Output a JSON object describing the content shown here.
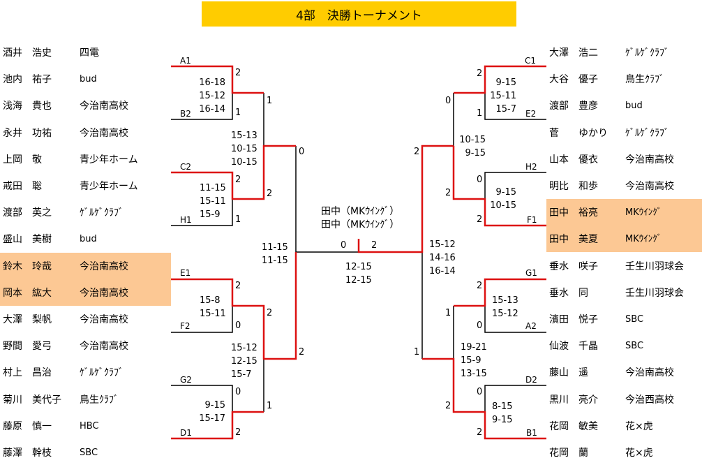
{
  "title": "4部　決勝トーナメント",
  "colors": {
    "title_bg": "#ffcc00",
    "highlight": "#fcc894",
    "winner_line": "#dd1111",
    "line": "#000000"
  },
  "left_players": [
    {
      "family": "酒井",
      "given": "浩史",
      "team": "四電"
    },
    {
      "family": "池内",
      "given": "祐子",
      "team": "bud"
    },
    {
      "family": "浅海",
      "given": "貴也",
      "team": "今治南高校"
    },
    {
      "family": "永井",
      "given": "功祐",
      "team": "今治南高校"
    },
    {
      "family": "上岡",
      "given": "敬",
      "team": "青少年ホーム"
    },
    {
      "family": "戒田",
      "given": "聡",
      "team": "青少年ホーム"
    },
    {
      "family": "渡部",
      "given": "英之",
      "team": "ｹﾞﾙｹﾞｸﾗﾌﾞ"
    },
    {
      "family": "盛山",
      "given": "美樹",
      "team": "bud"
    },
    {
      "family": "鈴木",
      "given": "玲哉",
      "team": "今治南高校"
    },
    {
      "family": "岡本",
      "given": "紘大",
      "team": "今治南高校"
    },
    {
      "family": "大澤",
      "given": "梨帆",
      "team": "今治南高校"
    },
    {
      "family": "野間",
      "given": "愛弓",
      "team": "今治南高校"
    },
    {
      "family": "村上",
      "given": "昌治",
      "team": "ｹﾞﾙｹﾞｸﾗﾌﾞ"
    },
    {
      "family": "菊川",
      "given": "美代子",
      "team": "鳥生ｸﾗﾌﾞ"
    },
    {
      "family": "藤原",
      "given": "慎一",
      "team": "HBC"
    },
    {
      "family": "藤澤",
      "given": "幹枝",
      "team": "SBC"
    }
  ],
  "right_players": [
    {
      "family": "大澤",
      "given": "浩二",
      "team": "ｹﾞﾙｹﾞｸﾗﾌﾞ"
    },
    {
      "family": "大谷",
      "given": "優子",
      "team": "鳥生ｸﾗﾌﾞ"
    },
    {
      "family": "渡部",
      "given": "豊彦",
      "team": "bud"
    },
    {
      "family": "菅",
      "given": "ゆかり",
      "team": "ｹﾞﾙｹﾞｸﾗﾌﾞ"
    },
    {
      "family": "山本",
      "given": "優衣",
      "team": "今治南高校"
    },
    {
      "family": "明比",
      "given": "和歩",
      "team": "今治南高校"
    },
    {
      "family": "田中",
      "given": "裕亮",
      "team": "MKｳｲﾝｸﾞ"
    },
    {
      "family": "田中",
      "given": "美夏",
      "team": "MKｳｲﾝｸﾞ"
    },
    {
      "family": "垂水",
      "given": "咲子",
      "team": "壬生川羽球会"
    },
    {
      "family": "垂水",
      "given": "同",
      "team": "壬生川羽球会"
    },
    {
      "family": "濱田",
      "given": "悦子",
      "team": "SBC"
    },
    {
      "family": "仙波",
      "given": "千晶",
      "team": "SBC"
    },
    {
      "family": "藤山",
      "given": "遥",
      "team": "今治南高校"
    },
    {
      "family": "黒川",
      "given": "亮介",
      "team": "今治西高校"
    },
    {
      "family": "花岡",
      "given": "敏美",
      "team": "花×虎"
    },
    {
      "family": "花岡",
      "given": "蘭",
      "team": "花×虎"
    }
  ],
  "left_seeds": [
    "A1",
    "B2",
    "C2",
    "H1",
    "E1",
    "F2",
    "G2",
    "D1"
  ],
  "right_seeds": [
    "C1",
    "E2",
    "H2",
    "F1",
    "G1",
    "A2",
    "D2",
    "B1"
  ],
  "left_r1": [
    {
      "wins": [
        "2",
        "1"
      ],
      "scores": [
        "16-18",
        "15-12",
        "16-14"
      ]
    },
    {
      "wins": [
        "2",
        "1"
      ],
      "scores": [
        "11-15",
        "15-11",
        "15-9"
      ]
    },
    {
      "wins": [
        "2",
        "0"
      ],
      "scores": [
        "15-8",
        "15-11"
      ]
    },
    {
      "wins": [
        "0",
        "2"
      ],
      "scores": [
        "9-15",
        "15-17"
      ]
    }
  ],
  "left_qf": [
    {
      "wins": [
        "1",
        "2"
      ],
      "scores": [
        "15-13",
        "10-15",
        "10-15"
      ]
    },
    {
      "wins": [
        "2",
        "1"
      ],
      "scores": [
        "15-12",
        "12-15",
        "15-7"
      ]
    }
  ],
  "left_sf": {
    "wins": [
      "0",
      "2"
    ],
    "scores": [
      "11-15",
      "11-15"
    ]
  },
  "right_r1": [
    {
      "wins": [
        "2",
        "1"
      ],
      "scores": [
        "9-15",
        "15-11",
        "15-7"
      ]
    },
    {
      "wins": [
        "0",
        "2"
      ],
      "scores": [
        "9-15",
        "10-15"
      ]
    },
    {
      "wins": [
        "2",
        "0"
      ],
      "scores": [
        "15-13",
        "15-12"
      ]
    },
    {
      "wins": [
        "0",
        "2"
      ],
      "scores": [
        "8-15",
        "9-15"
      ]
    }
  ],
  "right_qf": [
    {
      "wins": [
        "0",
        "2"
      ],
      "scores": [
        "10-15",
        "9-15"
      ]
    },
    {
      "wins": [
        "1",
        "2"
      ],
      "scores": [
        "19-21",
        "15-9",
        "13-15"
      ]
    }
  ],
  "right_sf": {
    "wins": [
      "2",
      "1"
    ],
    "scores": [
      "15-12",
      "14-16",
      "16-14"
    ]
  },
  "final": {
    "champions": [
      "田中（MKｳｲﾝｸﾞ）",
      "田中（MKｳｲﾝｸﾞ）"
    ],
    "wins": [
      "0",
      "2"
    ],
    "scores": [
      "12-15",
      "12-15"
    ]
  }
}
